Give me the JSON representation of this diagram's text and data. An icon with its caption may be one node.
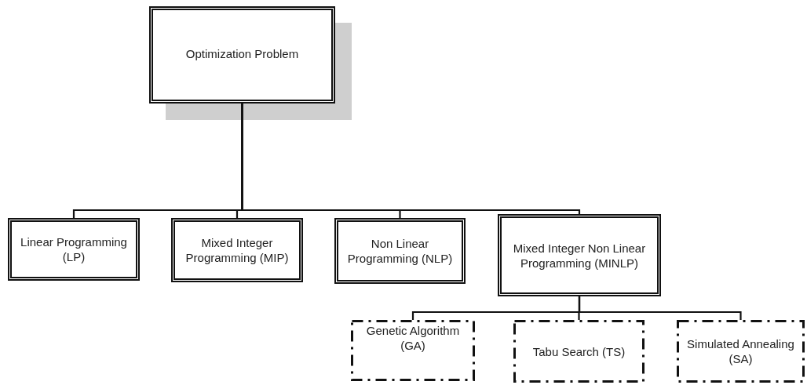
{
  "diagram": {
    "nodes": [
      {
        "text": [
          "Optimization Problem"
        ]
      },
      {
        "text": [
          "Linear Programming (LP)"
        ]
      },
      {
        "text": [
          "Mixed Integer Programming (MIP)"
        ]
      },
      {
        "text": [
          "Non Linear Programming (NLP)"
        ]
      },
      {
        "text": [
          "Mixed Integer Non Linear  Programming (MINLP)"
        ]
      },
      {
        "text": [
          "Genetic Algorithm (GA)"
        ]
      },
      {
        "text": [
          "Tabu Search (TS)"
        ]
      },
      {
        "text": [
          "Simulated Annealing (SA)"
        ]
      }
    ],
    "edges": [
      {
        "from": 0,
        "to": 1,
        "arrow": "none"
      },
      {
        "from": 0,
        "to": 2,
        "arrow": "none"
      },
      {
        "from": 0,
        "to": 3,
        "arrow": "none"
      },
      {
        "from": 0,
        "to": 4,
        "arrow": "none"
      },
      {
        "from": 4,
        "to": 5,
        "arrow": "none"
      },
      {
        "from": 4,
        "to": 6,
        "arrow": "none"
      },
      {
        "from": 4,
        "to": 7,
        "arrow": "none"
      }
    ]
  }
}
